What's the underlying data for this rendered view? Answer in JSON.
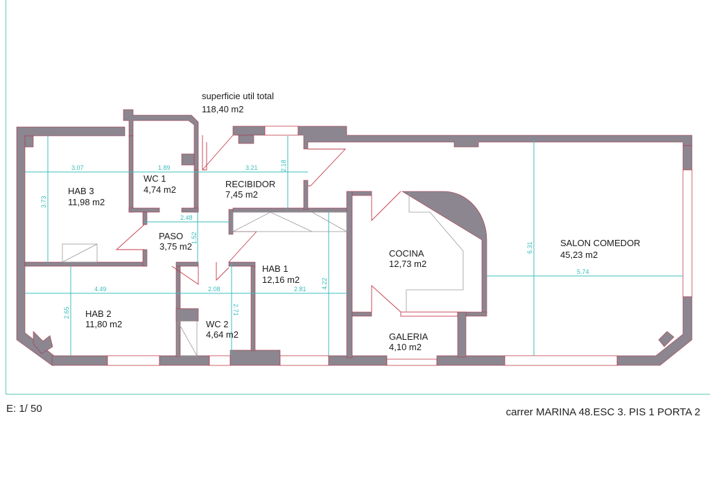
{
  "summary": {
    "label": "superficie util total",
    "value": "118,40 m2"
  },
  "rooms": {
    "hab3": {
      "name": "HAB 3",
      "area": "11,98 m2"
    },
    "wc1": {
      "name": "WC 1",
      "area": "4,74 m2"
    },
    "recibidor": {
      "name": "RECIBIDOR",
      "area": "7,45 m2"
    },
    "paso": {
      "name": "PASO",
      "area": "3,75 m2"
    },
    "hab1": {
      "name": "HAB 1",
      "area": "12,16 m2"
    },
    "hab2": {
      "name": "HAB 2",
      "area": "11,80 m2"
    },
    "wc2": {
      "name": "WC 2",
      "area": "4,64 m2"
    },
    "cocina": {
      "name": "COCINA",
      "area": "12,73 m2"
    },
    "galeria": {
      "name": "GALERIA",
      "area": "4,10 m2"
    },
    "salon": {
      "name": "SALON COMEDOR",
      "area": "45,23 m2"
    }
  },
  "dimensions": {
    "d307": "3.07",
    "d189": "1.89",
    "d321": "3.21",
    "d218": "2.18",
    "d373": "3.73",
    "d248": "2.48",
    "d152": "1.52",
    "d449": "4.49",
    "d208": "2.08",
    "d281": "2.81",
    "d265": "2.65",
    "d271": "2.71",
    "d422": "4.22",
    "d631": "6.31",
    "d574": "5.74"
  },
  "footer": {
    "scale": "E: 1/ 50",
    "address": "carrer MARINA 48.ESC 3. PIS 1 PORTA 2"
  },
  "colors": {
    "wall": "#8b8690",
    "dimension": "#3bbcbc",
    "door": "#c23a4a"
  }
}
